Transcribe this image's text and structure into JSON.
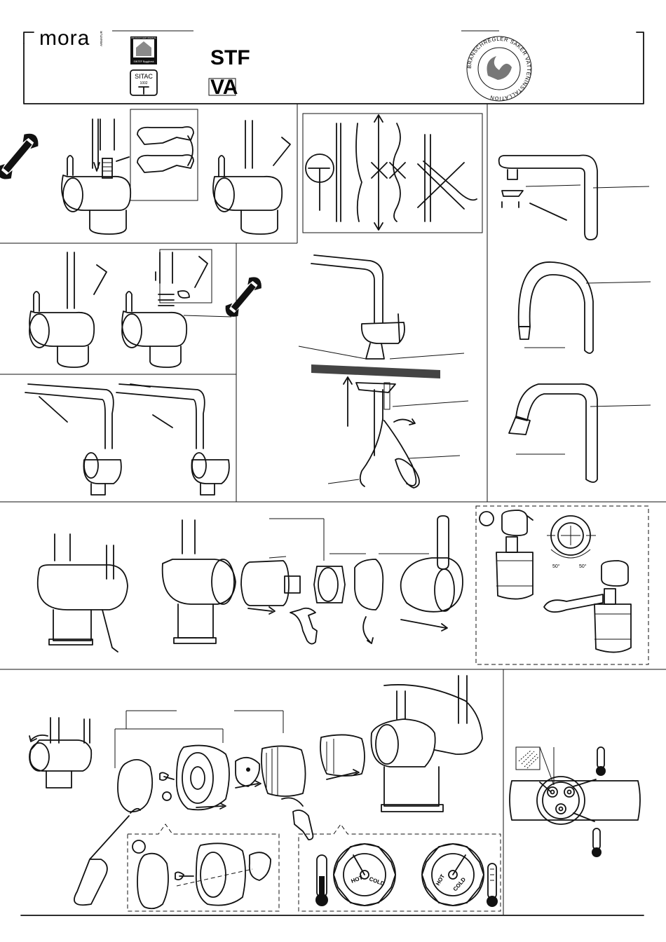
{
  "header": {
    "brand": "mora",
    "brand_sub": "ARMATUR",
    "cert1_top": "PRODUKTCERTIFIERING",
    "cert1_bottom": "SINTEF Byggforsk",
    "cert2_top": "SITAC",
    "cert2_num": "1002",
    "logo_stf": "STF",
    "logo_va": "VA",
    "seal_text": "BRANSCHREGLER SÄKER VATTENINSTALLATION"
  },
  "panels": {
    "cartridge_angle_left": "50°",
    "cartridge_angle_right": "50°",
    "hot_label": "HOT",
    "cold_label": "COLD"
  }
}
